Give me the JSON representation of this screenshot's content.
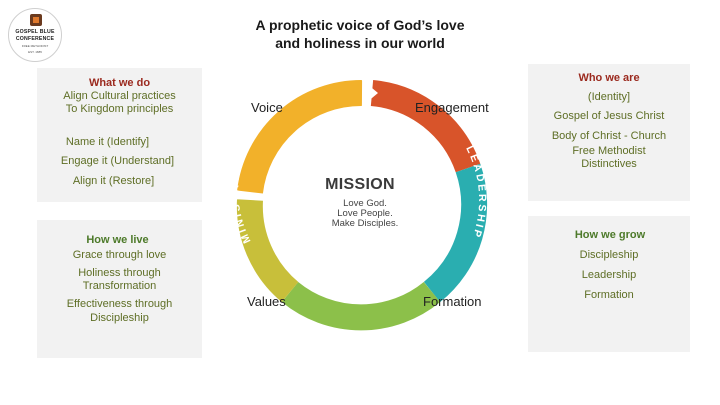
{
  "logo": {
    "line1": "GOSPEL BLUE",
    "line2": "CONFERENCE",
    "line3": "FREE METHODIST",
    "line4": "EST. 1885"
  },
  "title": {
    "line1": "A prophetic voice of God’s love",
    "line2": "and holiness in our world"
  },
  "what_we_do": {
    "heading": "What we do",
    "lines": [
      "Align Cultural practices",
      "To Kingdom principles",
      "Name it   (Identify]",
      "Engage it (Understand]",
      "Align it   (Restore]"
    ]
  },
  "how_we_live": {
    "heading": "How we live",
    "lines": [
      "Grace through love",
      "Holiness through",
      "Transformation",
      "Effectiveness through",
      "Discipleship"
    ]
  },
  "who_we_are": {
    "heading": "Who we are",
    "lines": [
      "(Identity]",
      "Gospel of Jesus Christ",
      "Body of Christ - Church",
      "Free Methodist",
      "Distinctives"
    ]
  },
  "how_we_grow": {
    "heading": "How we grow",
    "lines": [
      "Discipleship",
      "Leadership",
      "Formation"
    ]
  },
  "cycle": {
    "quadrant_labels": {
      "top_left": "Voice",
      "top_right": "Engagement",
      "bottom_left": "Values",
      "bottom_right": "Formation"
    },
    "ring_words": {
      "left": "MINISTRY",
      "right": "LEADERSHIP"
    },
    "center": {
      "title": "MISSION",
      "lines": [
        "Love God.",
        "Love People.",
        "Make Disciples."
      ]
    },
    "colors": {
      "top_left": "#f2b12a",
      "top_right": "#d8542a",
      "right": "#2aaeb0",
      "bottom": "#8cc04a",
      "left": "#c8bf3a"
    }
  }
}
